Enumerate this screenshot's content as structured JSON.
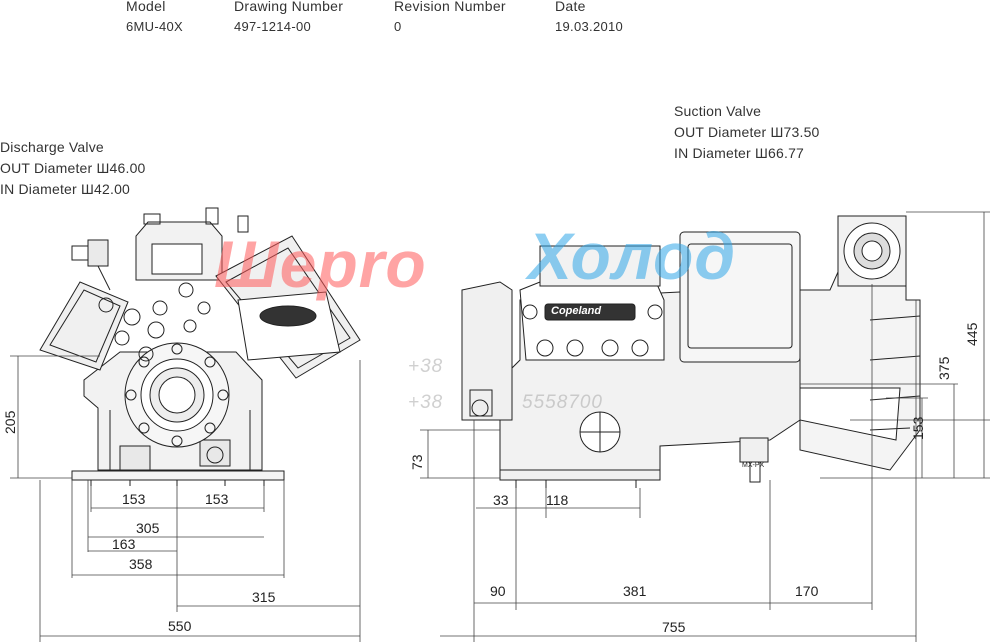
{
  "header": {
    "model_label": "Model",
    "model_value": "6MU-40X",
    "drawing_label": "Drawing Number",
    "drawing_value": "497-1214-00",
    "revision_label": "Revision Number",
    "revision_value": "0",
    "date_label": "Date",
    "date_value": "19.03.2010"
  },
  "discharge": {
    "title": "Discharge Valve",
    "out": "OUT Diameter Ш46.00",
    "in": "IN Diameter Ш42.00"
  },
  "suction": {
    "title": "Suction Valve",
    "out": "OUT Diameter Ш73.50",
    "in": "IN Diameter Ш66.77"
  },
  "left_dims": {
    "h205": "205",
    "d153a": "153",
    "d153b": "153",
    "d305": "305",
    "d163": "163",
    "d358": "358",
    "d315": "315",
    "d550": "550"
  },
  "right_dims": {
    "h73": "73",
    "d33": "33",
    "d118": "118",
    "d90": "90",
    "d381": "381",
    "d170": "170",
    "d755": "755",
    "h153": "153",
    "h375": "375",
    "h445": "445"
  },
  "labels": {
    "mp_px": "MX-PX",
    "brand": "Copeland"
  },
  "watermark": {
    "text_a": "Шepro",
    "text_b": "Холод",
    "phone1": "+38",
    "phone2": "+38",
    "phone2_rest": "5558700"
  },
  "colors": {
    "line": "#222222",
    "dimline": "#444444",
    "watermark_red": "#ff5a5a",
    "watermark_blue": "#2fa6e8"
  }
}
